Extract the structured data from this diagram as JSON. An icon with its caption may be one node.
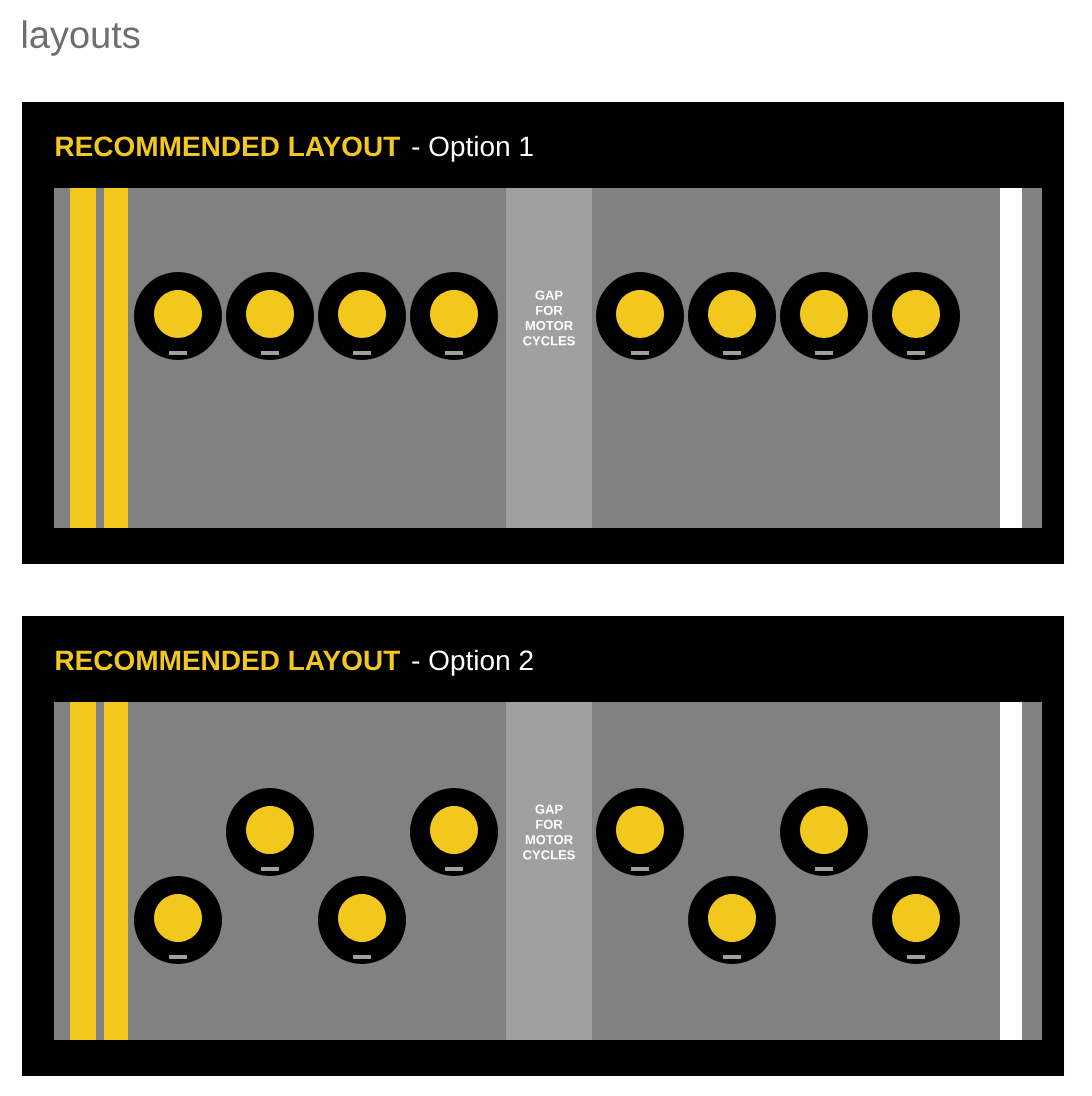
{
  "diagram": {
    "title": "layouts",
    "nodes": [
      {
        "text": [
          "RECOMMENDED LAYOUT",
          "- Option 1"
        ]
      },
      {
        "text": [
          "GAP FOR MOTOR CYCLES"
        ],
        "in": 0
      },
      {
        "text": [],
        "shape": "circle",
        "in": 0
      },
      {
        "text": [],
        "shape": "circle",
        "in": 0
      },
      {
        "text": [],
        "shape": "circle",
        "in": 0
      },
      {
        "text": [],
        "shape": "circle",
        "in": 0
      },
      {
        "text": [],
        "shape": "circle",
        "in": 0
      },
      {
        "text": [],
        "shape": "circle",
        "in": 0
      },
      {
        "text": [],
        "shape": "circle",
        "in": 0
      },
      {
        "text": [],
        "shape": "circle",
        "in": 0
      },
      {
        "text": [
          "RECOMMENDED LAYOUT",
          "- Option 2"
        ]
      },
      {
        "text": [
          "GAP FOR MOTOR CYCLES"
        ],
        "in": 10
      },
      {
        "text": [],
        "shape": "circle",
        "in": 10
      },
      {
        "text": [],
        "shape": "circle",
        "in": 10
      },
      {
        "text": [],
        "shape": "circle",
        "in": 10
      },
      {
        "text": [],
        "shape": "circle",
        "in": 10
      },
      {
        "text": [],
        "shape": "circle",
        "in": 10
      },
      {
        "text": [],
        "shape": "circle",
        "in": 10
      },
      {
        "text": [],
        "shape": "circle",
        "in": 10
      },
      {
        "text": [],
        "shape": "circle",
        "in": 10
      }
    ]
  }
}
